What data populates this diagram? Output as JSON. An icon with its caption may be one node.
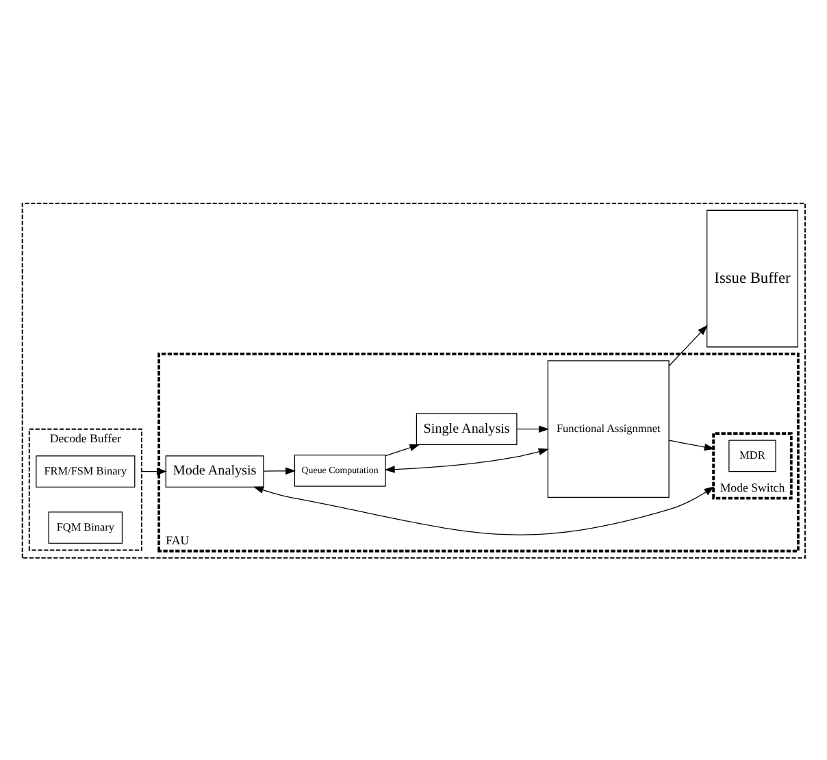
{
  "diagram": {
    "nodes": [
      {
        "text": [],
        "shape": "box"
      },
      {
        "text": [
          "Decode Buffer"
        ],
        "in": 0
      },
      {
        "text": [
          "FRM/FSM Binary"
        ],
        "in": 1
      },
      {
        "text": [
          "FQM Binary"
        ],
        "in": 1
      },
      {
        "text": [
          "FAU"
        ],
        "in": 0
      },
      {
        "text": [
          "Mode Switch"
        ],
        "in": 4
      },
      {
        "text": [
          "MDR"
        ],
        "in": 5
      },
      {
        "text": [
          "Mode Analysis"
        ],
        "in": 4
      },
      {
        "text": [
          "Functional Assignmnet"
        ],
        "in": 4
      },
      {
        "text": [
          "Queue Computation"
        ],
        "in": 4
      },
      {
        "text": [
          "Single Analysis"
        ],
        "in": 4
      },
      {
        "text": [
          "Issue Buffer"
        ],
        "in": 0
      }
    ],
    "edges": [
      {
        "from": 1,
        "to": 7,
        "arrow": "to"
      },
      {
        "from": 7,
        "to": 5,
        "arrow": "both"
      },
      {
        "from": 7,
        "to": 9,
        "arrow": "to"
      },
      {
        "from": 9,
        "to": 10,
        "arrow": "to"
      },
      {
        "from": 9,
        "to": 8,
        "arrow": "both"
      },
      {
        "from": 10,
        "to": 8,
        "arrow": "to"
      },
      {
        "from": 8,
        "to": 5,
        "arrow": "to"
      },
      {
        "from": 8,
        "to": 11,
        "arrow": "to"
      }
    ]
  }
}
